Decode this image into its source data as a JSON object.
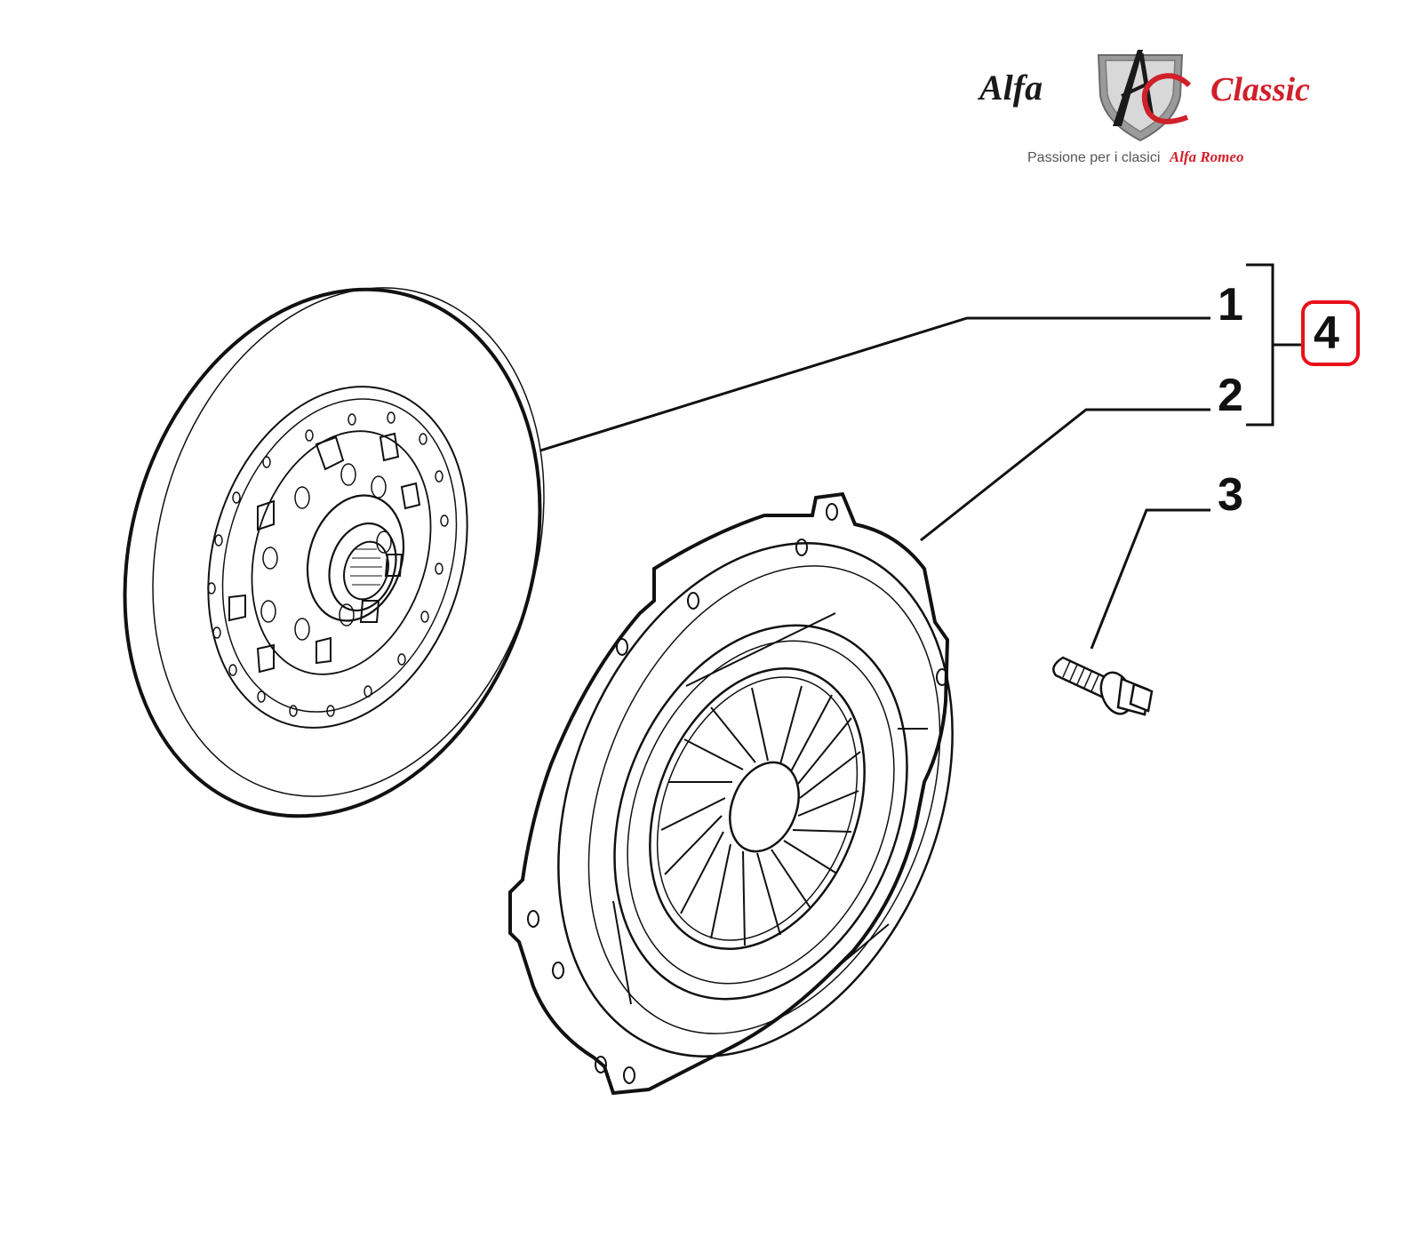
{
  "logo": {
    "left_word": "Alfa",
    "monogram": "AC",
    "right_word": "Classic",
    "tagline_plain": "Passione per i clasici",
    "tagline_script": "Alfa Romeo",
    "colors": {
      "dark": "#1a1a1a",
      "red": "#d0202a",
      "shield_gray": "#8a8a8a"
    }
  },
  "callouts": [
    {
      "id": "1",
      "label": "1",
      "part": "clutch-disc"
    },
    {
      "id": "2",
      "label": "2",
      "part": "pressure-plate"
    },
    {
      "id": "3",
      "label": "3",
      "part": "bolt"
    },
    {
      "id": "4",
      "label": "4",
      "highlighted": true,
      "groups": [
        "1",
        "2"
      ]
    }
  ],
  "colors": {
    "line": "#111111",
    "highlight": "#e8101a",
    "background": "#ffffff"
  }
}
